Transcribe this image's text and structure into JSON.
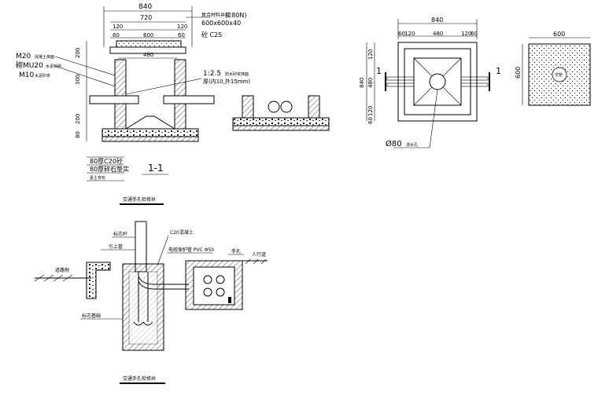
{
  "section_1_1": {
    "dim_total": "840",
    "dim_inner": "720",
    "dim_left_120": "120",
    "dim_right_120": "120",
    "dim_left_60": "60",
    "dim_right_60": "60",
    "dim_600": "600",
    "dim_480": "480",
    "cover_spec_label": "复合材料井盖",
    "cover_spec_load": "(280N)",
    "cover_spec_size": "600x600x40",
    "concrete_grade": "砼 C25",
    "mortar_m20": "M20",
    "mortar_m20_note": "混凝土抹面",
    "brick_mu20": "砌MU20",
    "brick_mu20_note": "水泥标砖,",
    "mortar_m10": "M10",
    "mortar_m10_note": "水泥砂浆",
    "waterproof_ratio": "1:2.5",
    "waterproof_note": "防水砂浆抹面",
    "waterproof_thickness": "厚(内10,外15mm)",
    "dim_v_200a": "200",
    "dim_v_300": "300",
    "dim_v_200b": "200",
    "dim_v_80": "80",
    "base_c20": "80厚C20砼",
    "base_gravel": "80厚碎石垫实",
    "base_soil": "素土夯实",
    "section_title": "1-1",
    "caption": "交通手孔检修井"
  },
  "plan_view": {
    "dim_total": "840",
    "dim_60_left": "60",
    "dim_120_left": "120",
    "dim_480": "480",
    "dim_120_right": "120",
    "dim_60_right": "60",
    "dim_v_840": "840",
    "dim_v_120a": "120",
    "dim_v_480": "480",
    "dim_v_120b": "120",
    "dim_v_60b": "60",
    "cut_mark_left": "1",
    "cut_mark_right": "1",
    "drain_dia": "Ø80",
    "drain_label": "渗水孔"
  },
  "cover_view": {
    "dim_600_h": "600",
    "dim_600_v": "600",
    "cover_text": "交管"
  },
  "bottom_diagram": {
    "label_pole": "标志杆",
    "label_c20": "C20混凝土",
    "label_cable_pipe": "电缆保护管 PVC Φ50",
    "label_handhole": "手孔",
    "label_sidewalk": "人行道",
    "label_upper_pipe": "引上管",
    "label_road_edge": "道路侧",
    "label_foundation": "标志基础",
    "caption": "交通手孔检修井"
  }
}
